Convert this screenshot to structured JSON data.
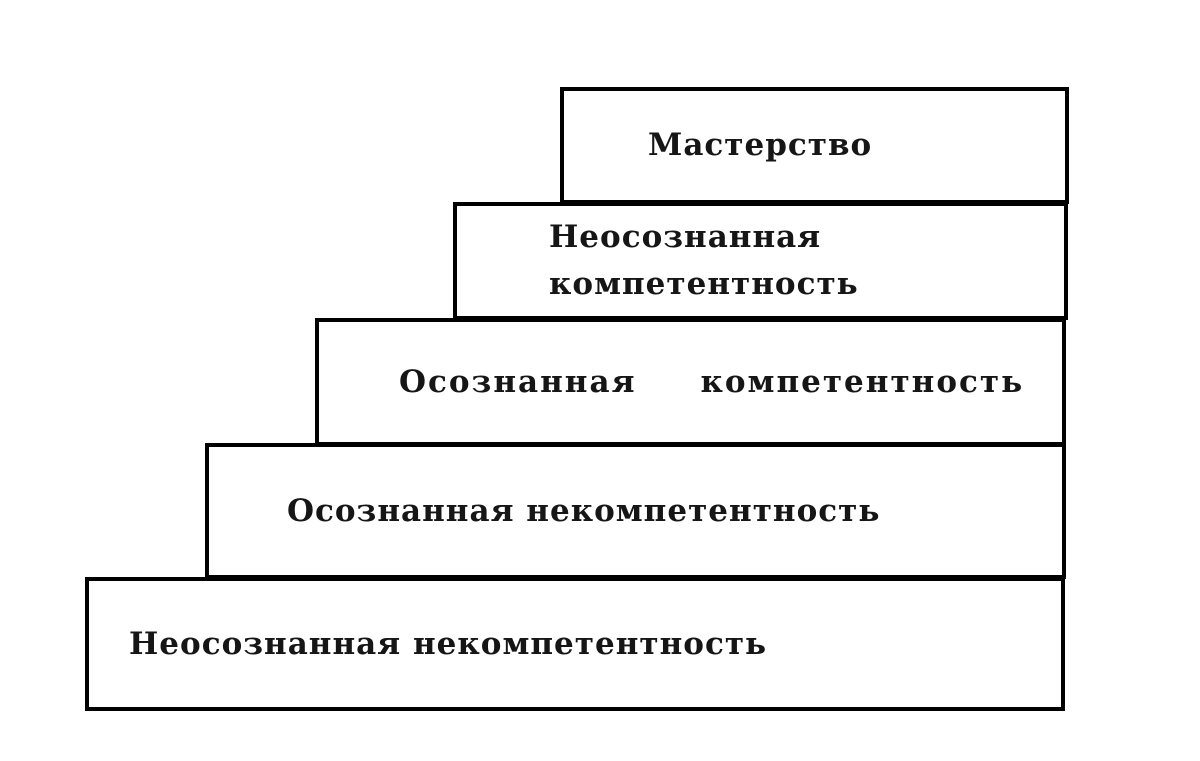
{
  "diagram": {
    "type": "staircase",
    "description_visible": false,
    "colors": {
      "background": "#ffffff",
      "border": "#000000",
      "text": "#161616"
    },
    "levels": [
      {
        "label": "Мастерство"
      },
      {
        "label": "Неосознанная\nкомпетентность"
      },
      {
        "label": "Осознанная     компетентность"
      },
      {
        "label": "Осознанная некомпетентность"
      },
      {
        "label": "Неосознанная некомпетентность"
      }
    ]
  }
}
